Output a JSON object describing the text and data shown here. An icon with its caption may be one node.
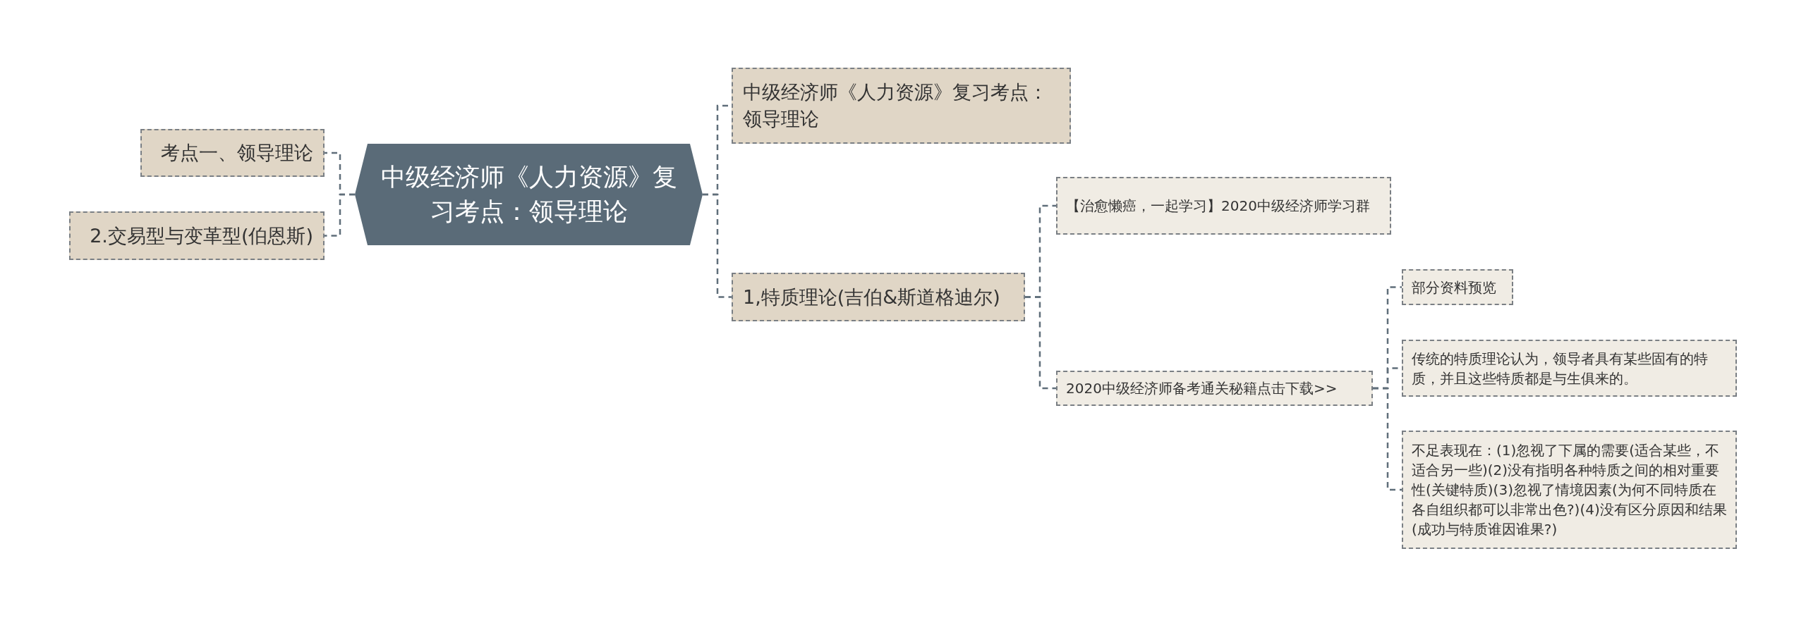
{
  "diagram": {
    "nodes": [
      {
        "text": [
          "中级经济师《人力资源》复习考点：领导理论"
        ]
      },
      {
        "text": [
          "考点一、领导理论"
        ]
      },
      {
        "text": [
          "2.交易型与变革型(伯恩斯)"
        ]
      },
      {
        "text": [
          "中级经济师《人力资源》复习考点：领导理论"
        ]
      },
      {
        "text": [
          "1,特质理论(吉伯&斯道格迪尔)"
        ]
      },
      {
        "text": [
          "【治愈懒癌，一起学习】2020中级经济师学习群"
        ]
      },
      {
        "text": [
          "2020中级经济师备考通关秘籍点击下载>>"
        ]
      },
      {
        "text": [
          "部分资料预览"
        ]
      },
      {
        "text": [
          "传统的特质理论认为，领导者具有某些固有的特质，并且这些特质都是与生俱来的。"
        ]
      },
      {
        "text": [
          "不足表现在：(1)忽视了下属的需要(适合某些，不适合另一些)(2)没有指明各种特质之间的相对重要性(关键特质)(3)忽视了情境因素(为何不同特质在各自组织都可以非常出色?)(4)没有区分原因和结果(成功与特质谁因谁果?)"
        ]
      }
    ],
    "edges": [
      {
        "from": 0,
        "to": 1,
        "arrow": "none",
        "style": "dashed"
      },
      {
        "from": 0,
        "to": 2,
        "arrow": "none",
        "style": "dashed"
      },
      {
        "from": 0,
        "to": 3,
        "arrow": "none",
        "style": "dashed"
      },
      {
        "from": 0,
        "to": 4,
        "arrow": "none",
        "style": "dashed"
      },
      {
        "from": 4,
        "to": 5,
        "arrow": "none",
        "style": "dashed"
      },
      {
        "from": 4,
        "to": 6,
        "arrow": "none",
        "style": "dashed"
      },
      {
        "from": 6,
        "to": 7,
        "arrow": "none",
        "style": "dashed"
      },
      {
        "from": 6,
        "to": 8,
        "arrow": "none",
        "style": "dashed"
      },
      {
        "from": 6,
        "to": 9,
        "arrow": "none",
        "style": "dashed"
      }
    ]
  }
}
